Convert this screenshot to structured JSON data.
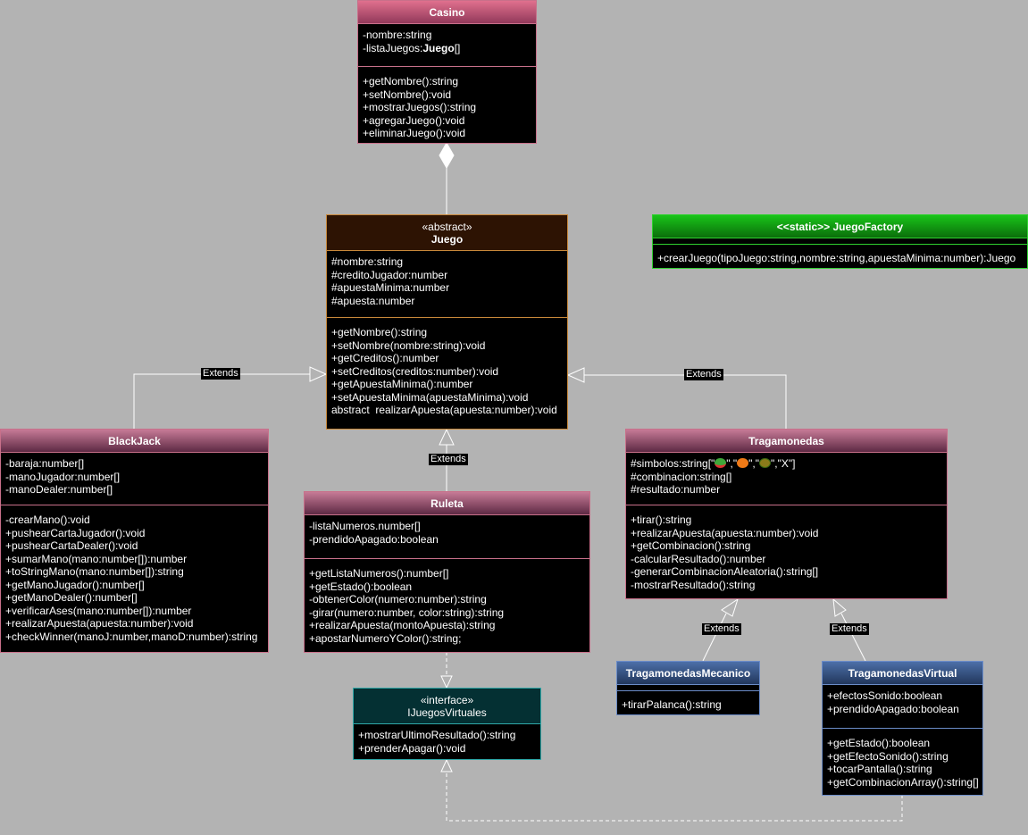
{
  "casino": {
    "name": "Casino",
    "attributes": [
      "-nombre:string",
      "-listaJuegos:"
    ],
    "attr_type_bold": "Juego",
    "attr_suffix": "[]",
    "operations": [
      "+getNombre():string",
      "+setNombre():void",
      "+mostrarJuegos():string",
      "+agregarJuego():void",
      "+eliminarJuego():void"
    ]
  },
  "juego": {
    "stereotype": "«abstract»",
    "name": "Juego",
    "attributes": [
      "#nombre:string",
      "#creditoJugador:number",
      "#apuestaMinima:number",
      "#apuesta:number"
    ],
    "operations": [
      "+getNombre():string",
      "+setNombre(nombre:string):void",
      "+getCreditos():number",
      "+setCreditos(creditos:number):void",
      "+getApuestaMinima():number",
      "+setApuestaMinima(apuestaMinima):void",
      "abstract  realizarApuesta(apuesta:number):void"
    ]
  },
  "factory": {
    "name": "<<static>> JuegoFactory",
    "operations": [
      "+crearJuego(tipoJuego:string,nombre:string,apuestaMinima:number):Juego"
    ]
  },
  "blackjack": {
    "name": "BlackJack",
    "attributes": [
      "-baraja:number[]",
      "-manoJugador:number[]",
      "-manoDealer:number[]"
    ],
    "operations": [
      "-crearMano():void",
      "+pushearCartaJugador():void",
      "+pushearCartaDealer():void",
      "+sumarMano(mano:number[]):number",
      "+toStringMano(mano:number[]):string",
      "+getManoJugador():number[]",
      "+getManoDealer():number[]",
      "+verificarAses(mano:number[]):number",
      "+realizarApuesta(apuesta:number):void",
      "+checkWinner(manoJ:number,manoD:number):string"
    ]
  },
  "ruleta": {
    "name": "Ruleta",
    "attributes": [
      "-listaNumeros.number[]",
      "-prendidoApagado:boolean"
    ],
    "operations": [
      "+getListaNumeros():number[]",
      "+getEstado():boolean",
      "-obtenerColor(numero:number):string",
      "-girar(numero:number, color:string):string",
      "+realizarApuesta(montoApuesta):string",
      "+apostarNumeroYColor():string;"
    ]
  },
  "tragamonedas": {
    "name": "Tragamonedas",
    "simbolos_prefix": "#simbolos:string[\"",
    "simbolos_sep": "\",\"",
    "simbolos_last": "\",\"X\"]",
    "attributes": [
      "#combinacion:string[]",
      "#resultado:number"
    ],
    "operations": [
      "+tirar():string",
      "+realizarApuesta(apuesta:number):void",
      "+getCombinacion():string",
      "-calcularResultado():number",
      "-generarCombinacionAleatoria():string[]",
      "-mostrarResultado():string"
    ]
  },
  "mecanico": {
    "name": "TragamonedasMecanico",
    "operations": [
      "+tirarPalanca():string"
    ]
  },
  "virtual": {
    "name": "TragamonedasVirtual",
    "attributes": [
      "+efectosSonido:boolean",
      "+prendidoApagado:boolean"
    ],
    "operations": [
      "+getEstado():boolean",
      "+getEfectoSonido():string",
      "+tocarPantalla():string",
      "+getCombinacionArray():string[]"
    ]
  },
  "interface": {
    "stereotype": "«interface»",
    "name": "IJuegosVirtuales",
    "operations": [
      "+mostrarUltimoResultado():string",
      "+prenderApagar():void"
    ]
  },
  "labels": {
    "extends_blackjack": "Extends",
    "extends_tragamonedas": "Extends",
    "extends_ruleta": "Extends",
    "extends_mecanico": "Extends",
    "extends_virtual": "Extends"
  },
  "colors": {
    "background": "#b3b3b3",
    "class_body": "#000000",
    "line": "#ffffff"
  }
}
